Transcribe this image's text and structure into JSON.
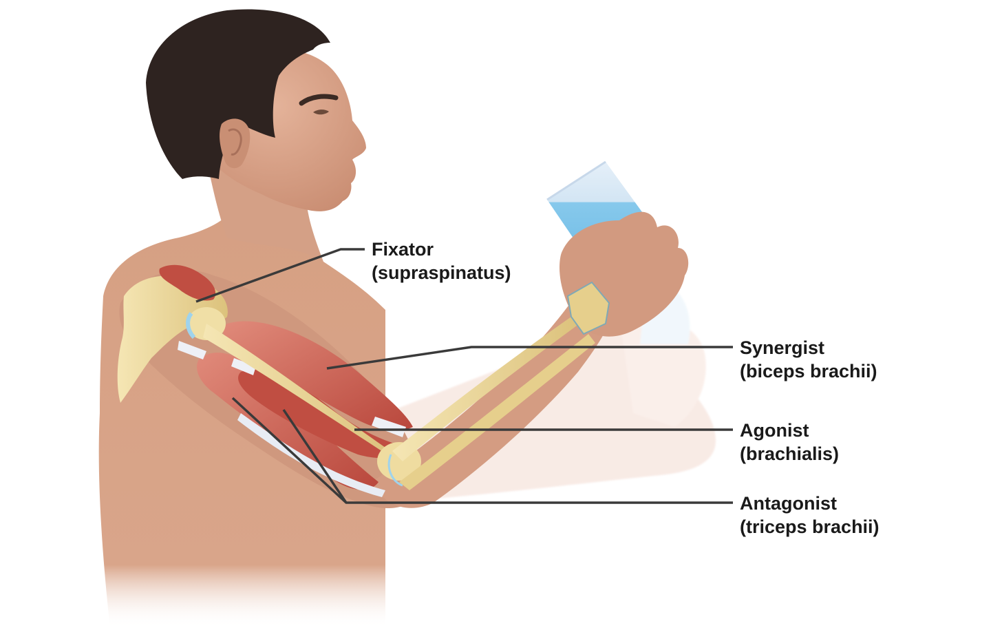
{
  "diagram": {
    "subject": "Muscle roles during elbow flexion (drinking from a glass)",
    "colors": {
      "skin": "#d9a58a",
      "skin_shadow": "#c48a70",
      "hair": "#2e2320",
      "muscle": "#c9574a",
      "muscle_light": "#e08a7a",
      "bone": "#efdca0",
      "bone_shadow": "#d8bf78",
      "tendon": "#eef0f6",
      "cartilage": "#9fd3ec",
      "water": "#7cc4ea",
      "glass": "#dbeaf6",
      "leader_line": "#3a3a3a",
      "label_text": "#1a1a1a"
    },
    "labels": [
      {
        "id": "fixator",
        "role": "Fixator",
        "muscle": "(supraspinatus)"
      },
      {
        "id": "synergist",
        "role": "Synergist",
        "muscle": "(biceps brachii)"
      },
      {
        "id": "agonist",
        "role": "Agonist",
        "muscle": "(brachialis)"
      },
      {
        "id": "antagonist",
        "role": "Antagonist",
        "muscle": "(triceps brachii)"
      }
    ]
  }
}
